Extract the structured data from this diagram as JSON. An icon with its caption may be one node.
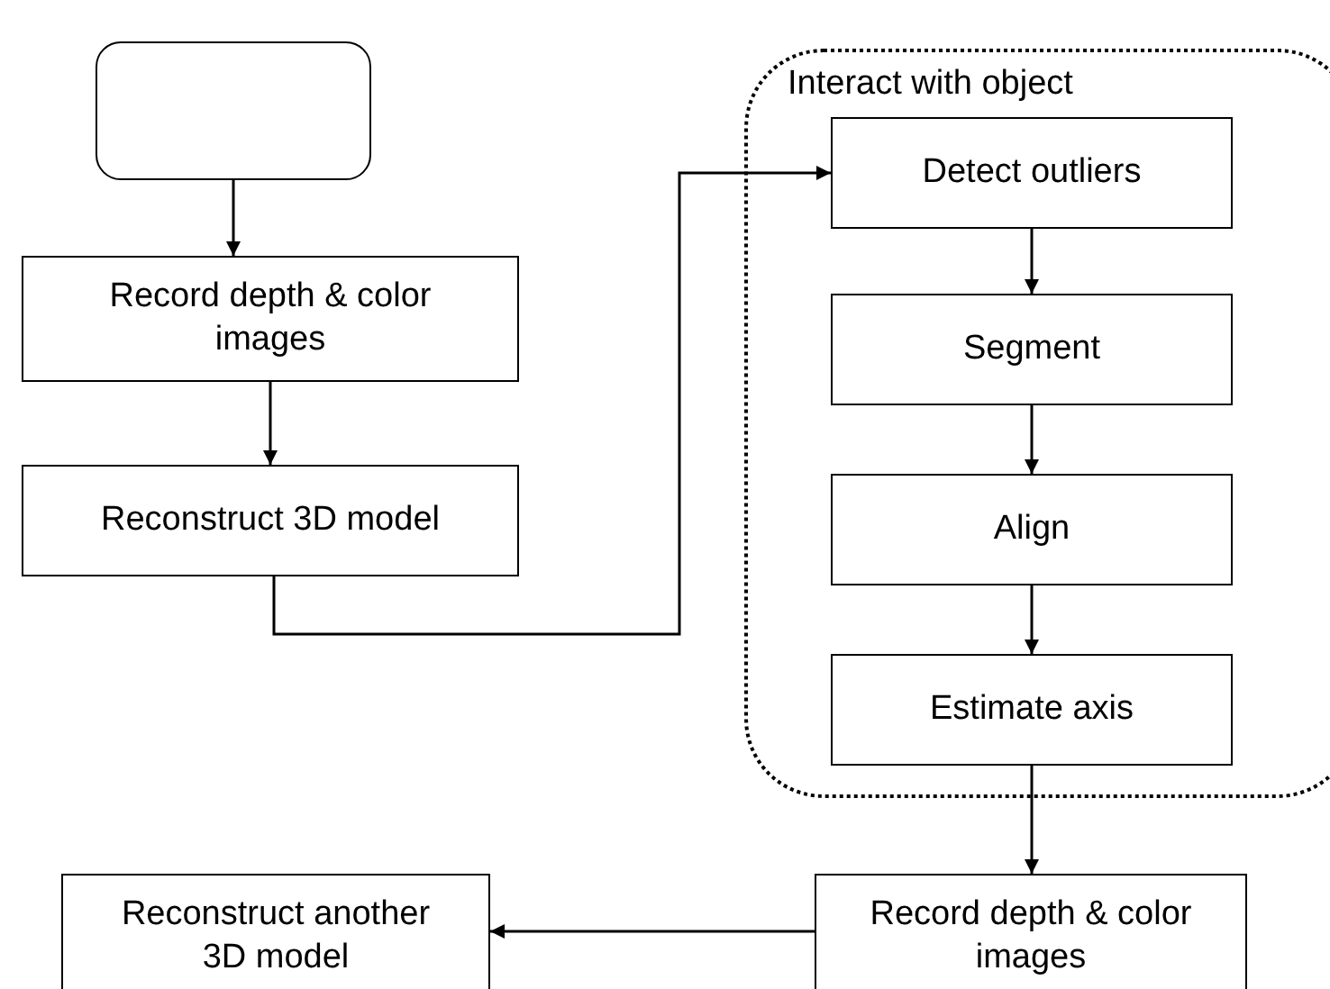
{
  "diagram": {
    "nodes": [
      {
        "text": [],
        "shape": "box"
      },
      {
        "text": [
          "Record depth & color images"
        ]
      },
      {
        "text": [
          "Reconstruct 3D model"
        ]
      },
      {
        "text": [
          "Interact with object"
        ]
      },
      {
        "text": [
          "Detect outliers"
        ],
        "in": 3
      },
      {
        "text": [
          "Segment"
        ],
        "in": 3
      },
      {
        "text": [
          "Align"
        ],
        "in": 3
      },
      {
        "text": [
          "Estimate axis"
        ],
        "in": 3
      },
      {
        "text": [
          "Record depth & color images"
        ]
      },
      {
        "text": [
          "Reconstruct another 3D model"
        ]
      }
    ],
    "edges": [
      {
        "from": 0,
        "to": 1,
        "arrow": "to"
      },
      {
        "from": 1,
        "to": 2,
        "arrow": "to"
      },
      {
        "from": 2,
        "to": 4,
        "arrow": "to"
      },
      {
        "from": 4,
        "to": 5,
        "arrow": "to"
      },
      {
        "from": 5,
        "to": 6,
        "arrow": "to"
      },
      {
        "from": 6,
        "to": 7,
        "arrow": "to"
      },
      {
        "from": 7,
        "to": 8,
        "arrow": "to"
      },
      {
        "from": 8,
        "to": 9,
        "arrow": "to"
      }
    ]
  }
}
